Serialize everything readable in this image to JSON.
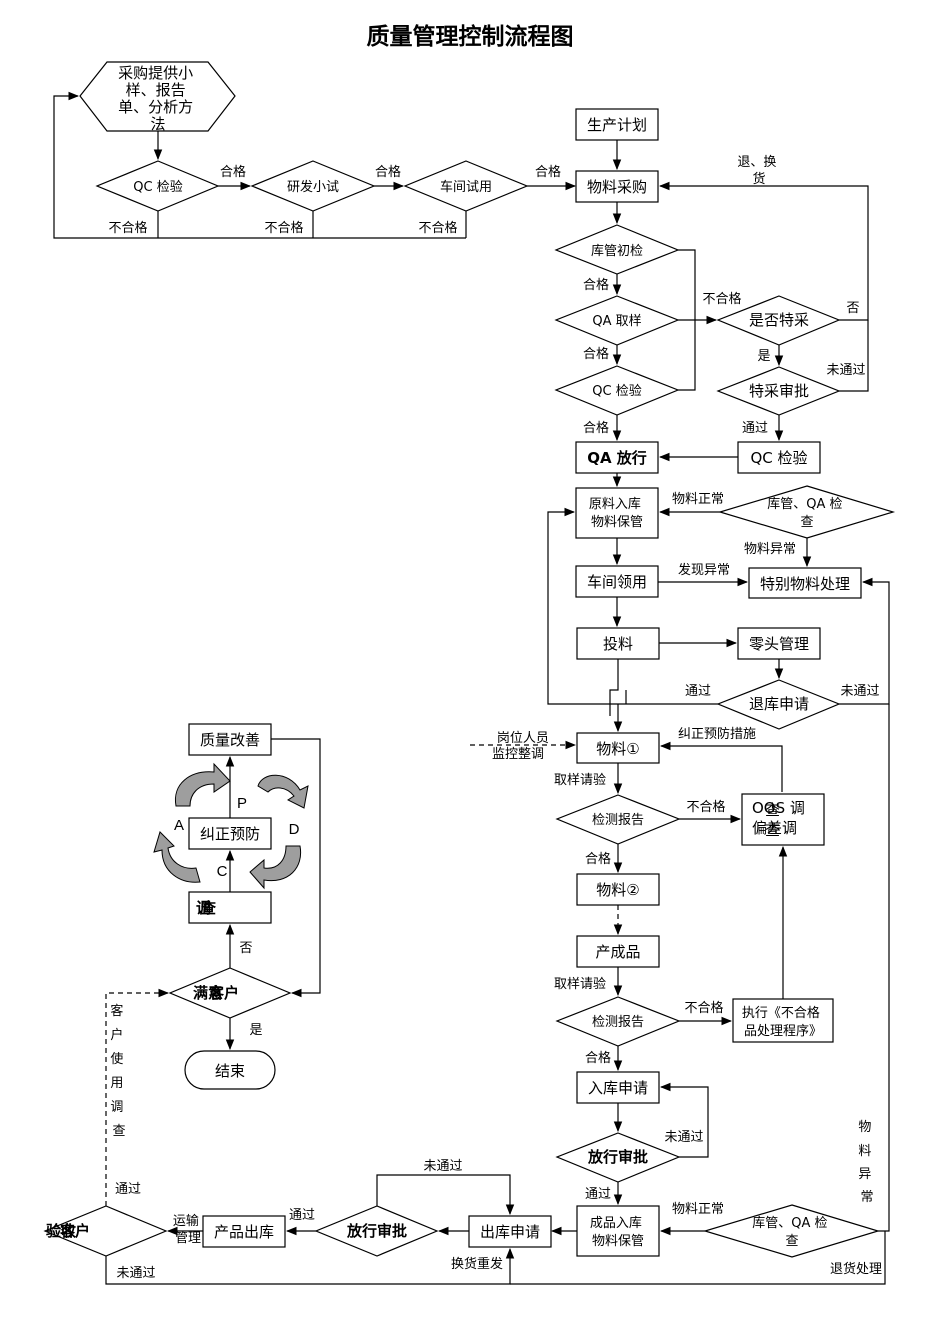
{
  "title": "质量管理控制流程图",
  "nodes": {
    "supplier_sample": [
      "采购提供小",
      "样、报告",
      "单、分析方",
      "法"
    ],
    "qc_check_1": "QC 检验",
    "rd_test": "研发小试",
    "workshop_trial": "车间试用",
    "production_plan": "生产计划",
    "material_purchase": "物料采购",
    "warehouse_inspect": "库管初检",
    "qa_sampling": "QA 取样",
    "qc_check_2": "QC 检验",
    "special_purchase_q": "是否特采",
    "special_approval": "特采审批",
    "qc_check_3": "QC 检验",
    "qa_release": "QA 放行",
    "raw_storage": [
      "原料入库",
      "物料保管"
    ],
    "wh_qa_check_1": [
      "库管、QA 检",
      "查"
    ],
    "workshop_collect": "车间领用",
    "special_material": "特别物料处理",
    "feeding": "投料",
    "leftover_mgmt": "零头管理",
    "return_request": "退库申请",
    "material_1": "物料①",
    "test_report_1": "检测报告",
    "oos_investigation": [
      "OOS 调",
      "偏差调"
    ],
    "oos_overlap": [
      "查",
      "查"
    ],
    "material_2": "物料②",
    "finished_product": "产成品",
    "test_report_2": "检测报告",
    "nonconform_exec": [
      "执行《不合格",
      "品处理程序》"
    ],
    "stock_in_request": "入库申请",
    "release_approval_1": "放行审批",
    "product_storage": [
      "成品入库",
      "物料保管"
    ],
    "wh_qa_check_2": [
      "库管、QA 检",
      "查"
    ],
    "stock_out_request": "出库申请",
    "release_approval_2": "放行审批",
    "product_out": "产品出库",
    "customer_accept": [
      "验收",
      "客户"
    ],
    "quality_improve": "质量改善",
    "corrective_prevent": "纠正预防",
    "investigation": [
      "调",
      "查"
    ],
    "satisfaction": [
      "满意",
      "客户"
    ],
    "end": "结束"
  },
  "labels": {
    "pass": "合格",
    "fail": "不合格",
    "return_exchange": [
      "退、换",
      "货"
    ],
    "no": "否",
    "yes": "是",
    "not_passed": "未通过",
    "passed": "通过",
    "material_normal": "物料正常",
    "material_abnormal": "物料异常",
    "found_abnormal": "发现异常",
    "staff_monitor": [
      "岗位人员",
      "监控整调"
    ],
    "corrective_measures": "纠正预防措施",
    "sample_test": "取样请验",
    "transport_mgmt": [
      "运输",
      "管理"
    ],
    "exchange_resend": "换货重发",
    "return_handling": "退货处理",
    "customer_usage_survey": [
      "客",
      "户",
      "使",
      "用",
      "调",
      "查"
    ],
    "material_abnormal_vertical": [
      "物",
      "料",
      "异",
      "常"
    ],
    "cycle": [
      "P",
      "D",
      "C",
      "A"
    ]
  }
}
